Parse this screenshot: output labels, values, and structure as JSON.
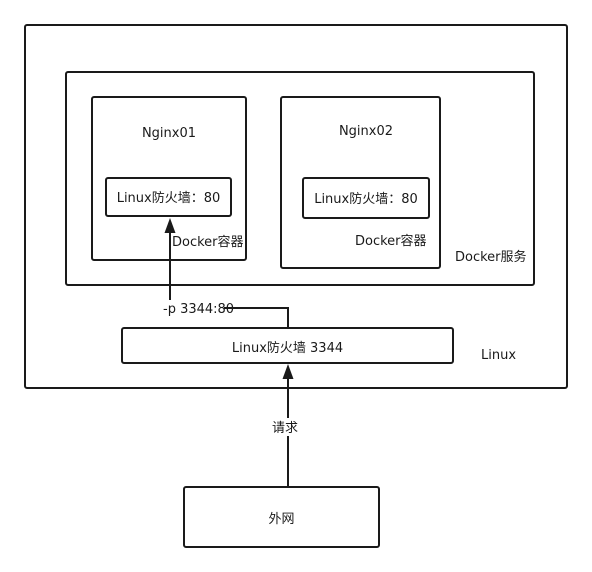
{
  "nodes": {
    "linux": {
      "label": "Linux"
    },
    "docker_service": {
      "label": "Docker服务"
    },
    "container_1": {
      "title": "Nginx01",
      "firewall": "Linux防火墙：80",
      "label": "Docker容器"
    },
    "container_2": {
      "title": "Nginx02",
      "firewall": "Linux防火墙：80",
      "label": "Docker容器"
    },
    "host_firewall": {
      "label": "Linux防火墙 3344"
    },
    "external_network": {
      "label": "外网"
    }
  },
  "edges": {
    "port_mapping": {
      "label": "-p 3344:80"
    },
    "request": {
      "label": "请求"
    }
  },
  "colors": {
    "stroke": "#1a1a1a",
    "background": "#ffffff"
  }
}
